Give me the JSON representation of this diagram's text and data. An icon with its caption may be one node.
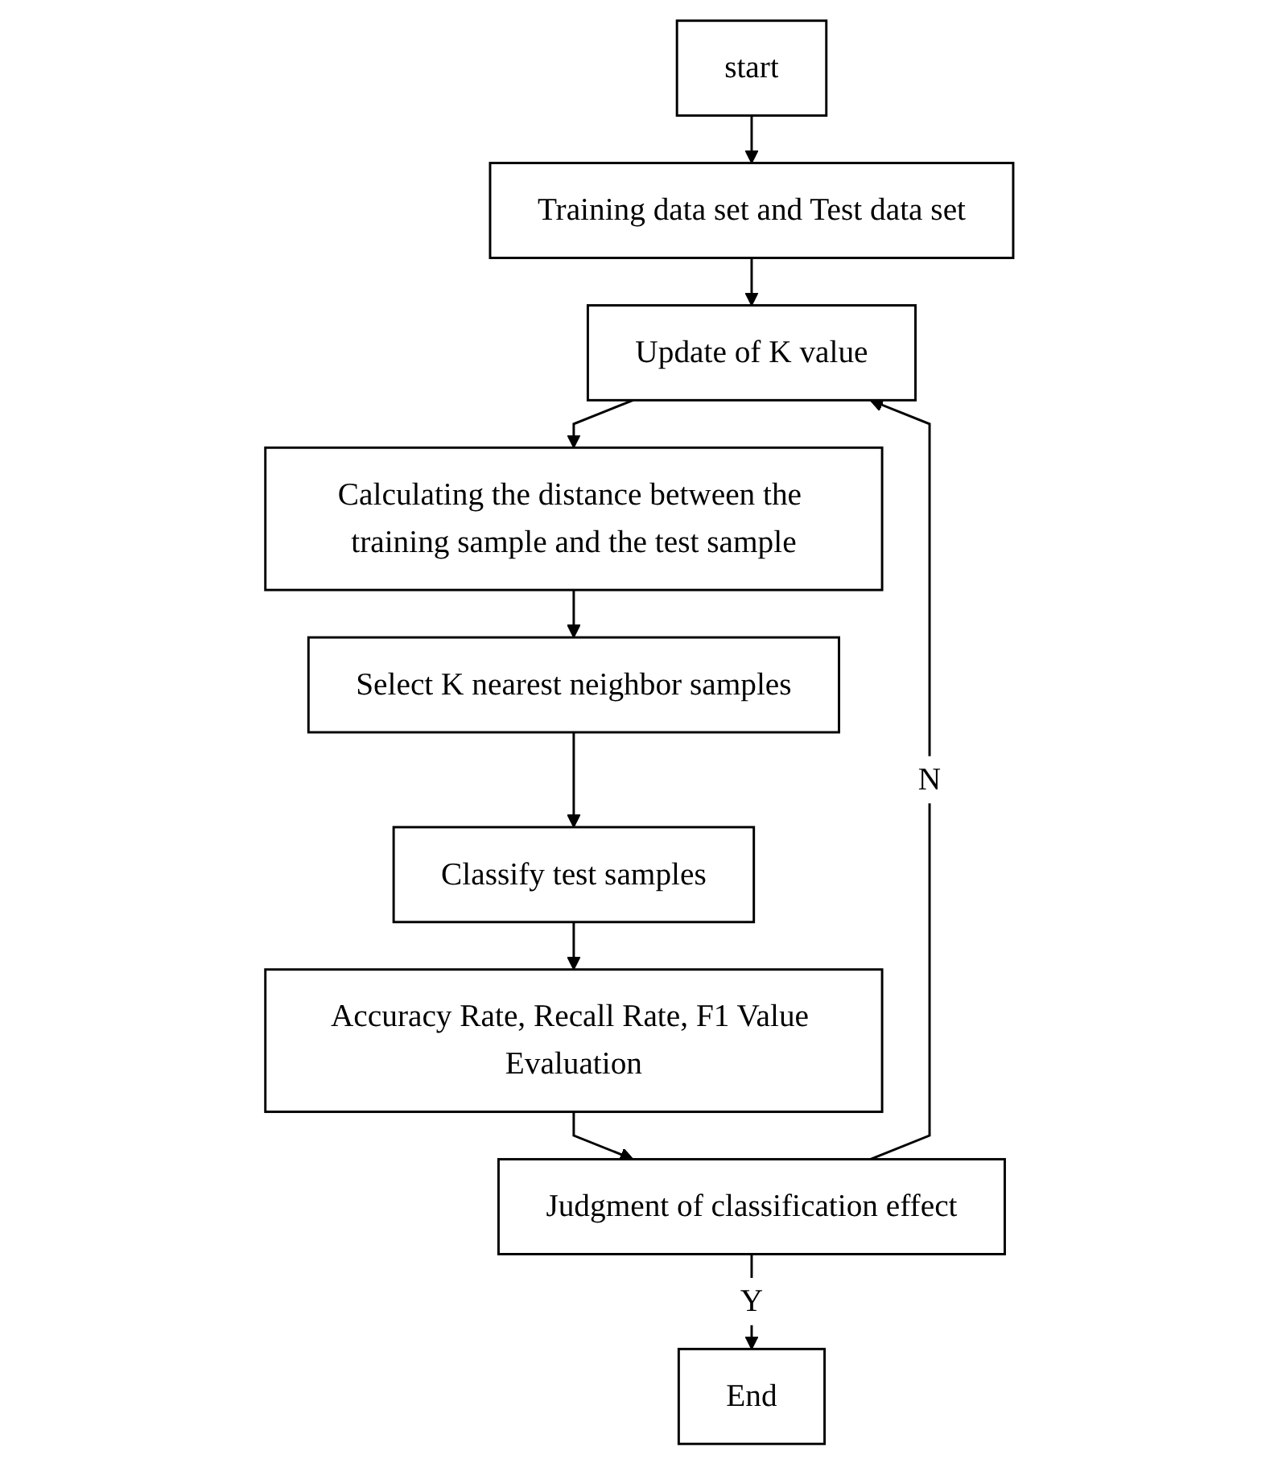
{
  "diagram": {
    "nodes": [
      {
        "text": [
          "start"
        ]
      },
      {
        "text": [
          "Training data set and Test data set"
        ]
      },
      {
        "text": [
          "Update of K value"
        ]
      },
      {
        "text": [
          "Calculating the distance between the training sample and the test sample"
        ]
      },
      {
        "text": [
          "Select K nearest neighbor samples"
        ]
      },
      {
        "text": [
          "Classify test samples"
        ]
      },
      {
        "text": [
          "Accuracy Rate, Recall Rate, F1 Value Evaluation"
        ]
      },
      {
        "text": [
          "Judgment of classification effect"
        ]
      },
      {
        "text": [
          "End"
        ]
      }
    ],
    "edges": [
      {
        "from": 0,
        "to": 1,
        "arrow": "to"
      },
      {
        "from": 1,
        "to": 2,
        "arrow": "to"
      },
      {
        "from": 2,
        "to": 3,
        "arrow": "to"
      },
      {
        "from": 3,
        "to": 4,
        "arrow": "to"
      },
      {
        "from": 4,
        "to": 5,
        "arrow": "to"
      },
      {
        "from": 5,
        "to": 6,
        "arrow": "to"
      },
      {
        "from": 6,
        "to": 7,
        "arrow": "to"
      },
      {
        "from": 7,
        "to": 2,
        "label": "N",
        "arrow": "to"
      },
      {
        "from": 7,
        "to": 8,
        "label": "Y",
        "arrow": "to"
      }
    ]
  }
}
